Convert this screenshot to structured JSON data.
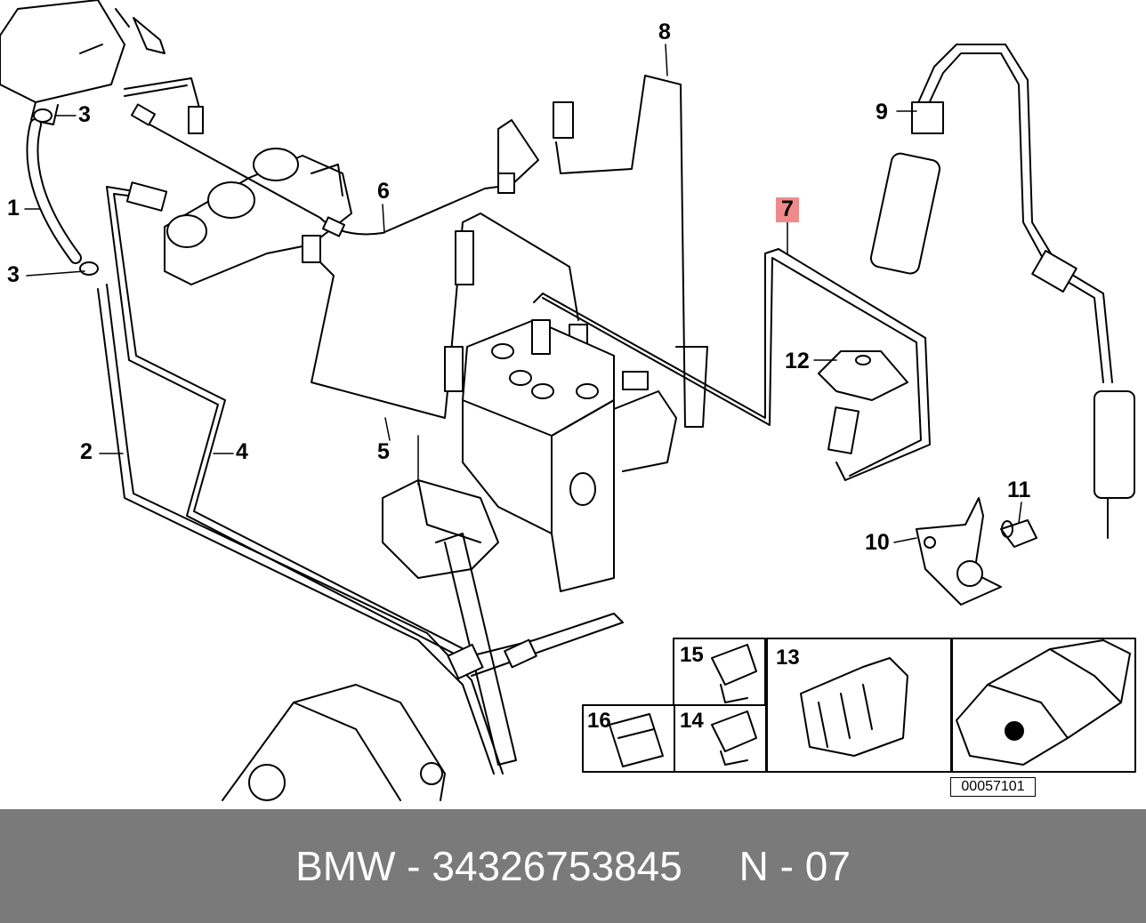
{
  "callouts": {
    "c1": "1",
    "c2": "2",
    "c3a": "3",
    "c3b": "3",
    "c4": "4",
    "c5": "5",
    "c6": "6",
    "c7": "7",
    "c8": "8",
    "c9": "9",
    "c10": "10",
    "c11": "11",
    "c12": "12"
  },
  "inset": {
    "i13": "13",
    "i14": "14",
    "i15": "15",
    "i16": "16"
  },
  "reference_code": "00057101",
  "footer": {
    "brand": "BMW",
    "part_number": "34326753845",
    "position": "N - 07",
    "text": "BMW - 34326753845     N - 07"
  },
  "colors": {
    "footer_bg": "#7a7a7a",
    "footer_text": "#ffffff",
    "highlight": "#f08a8a",
    "line": "#000000"
  }
}
